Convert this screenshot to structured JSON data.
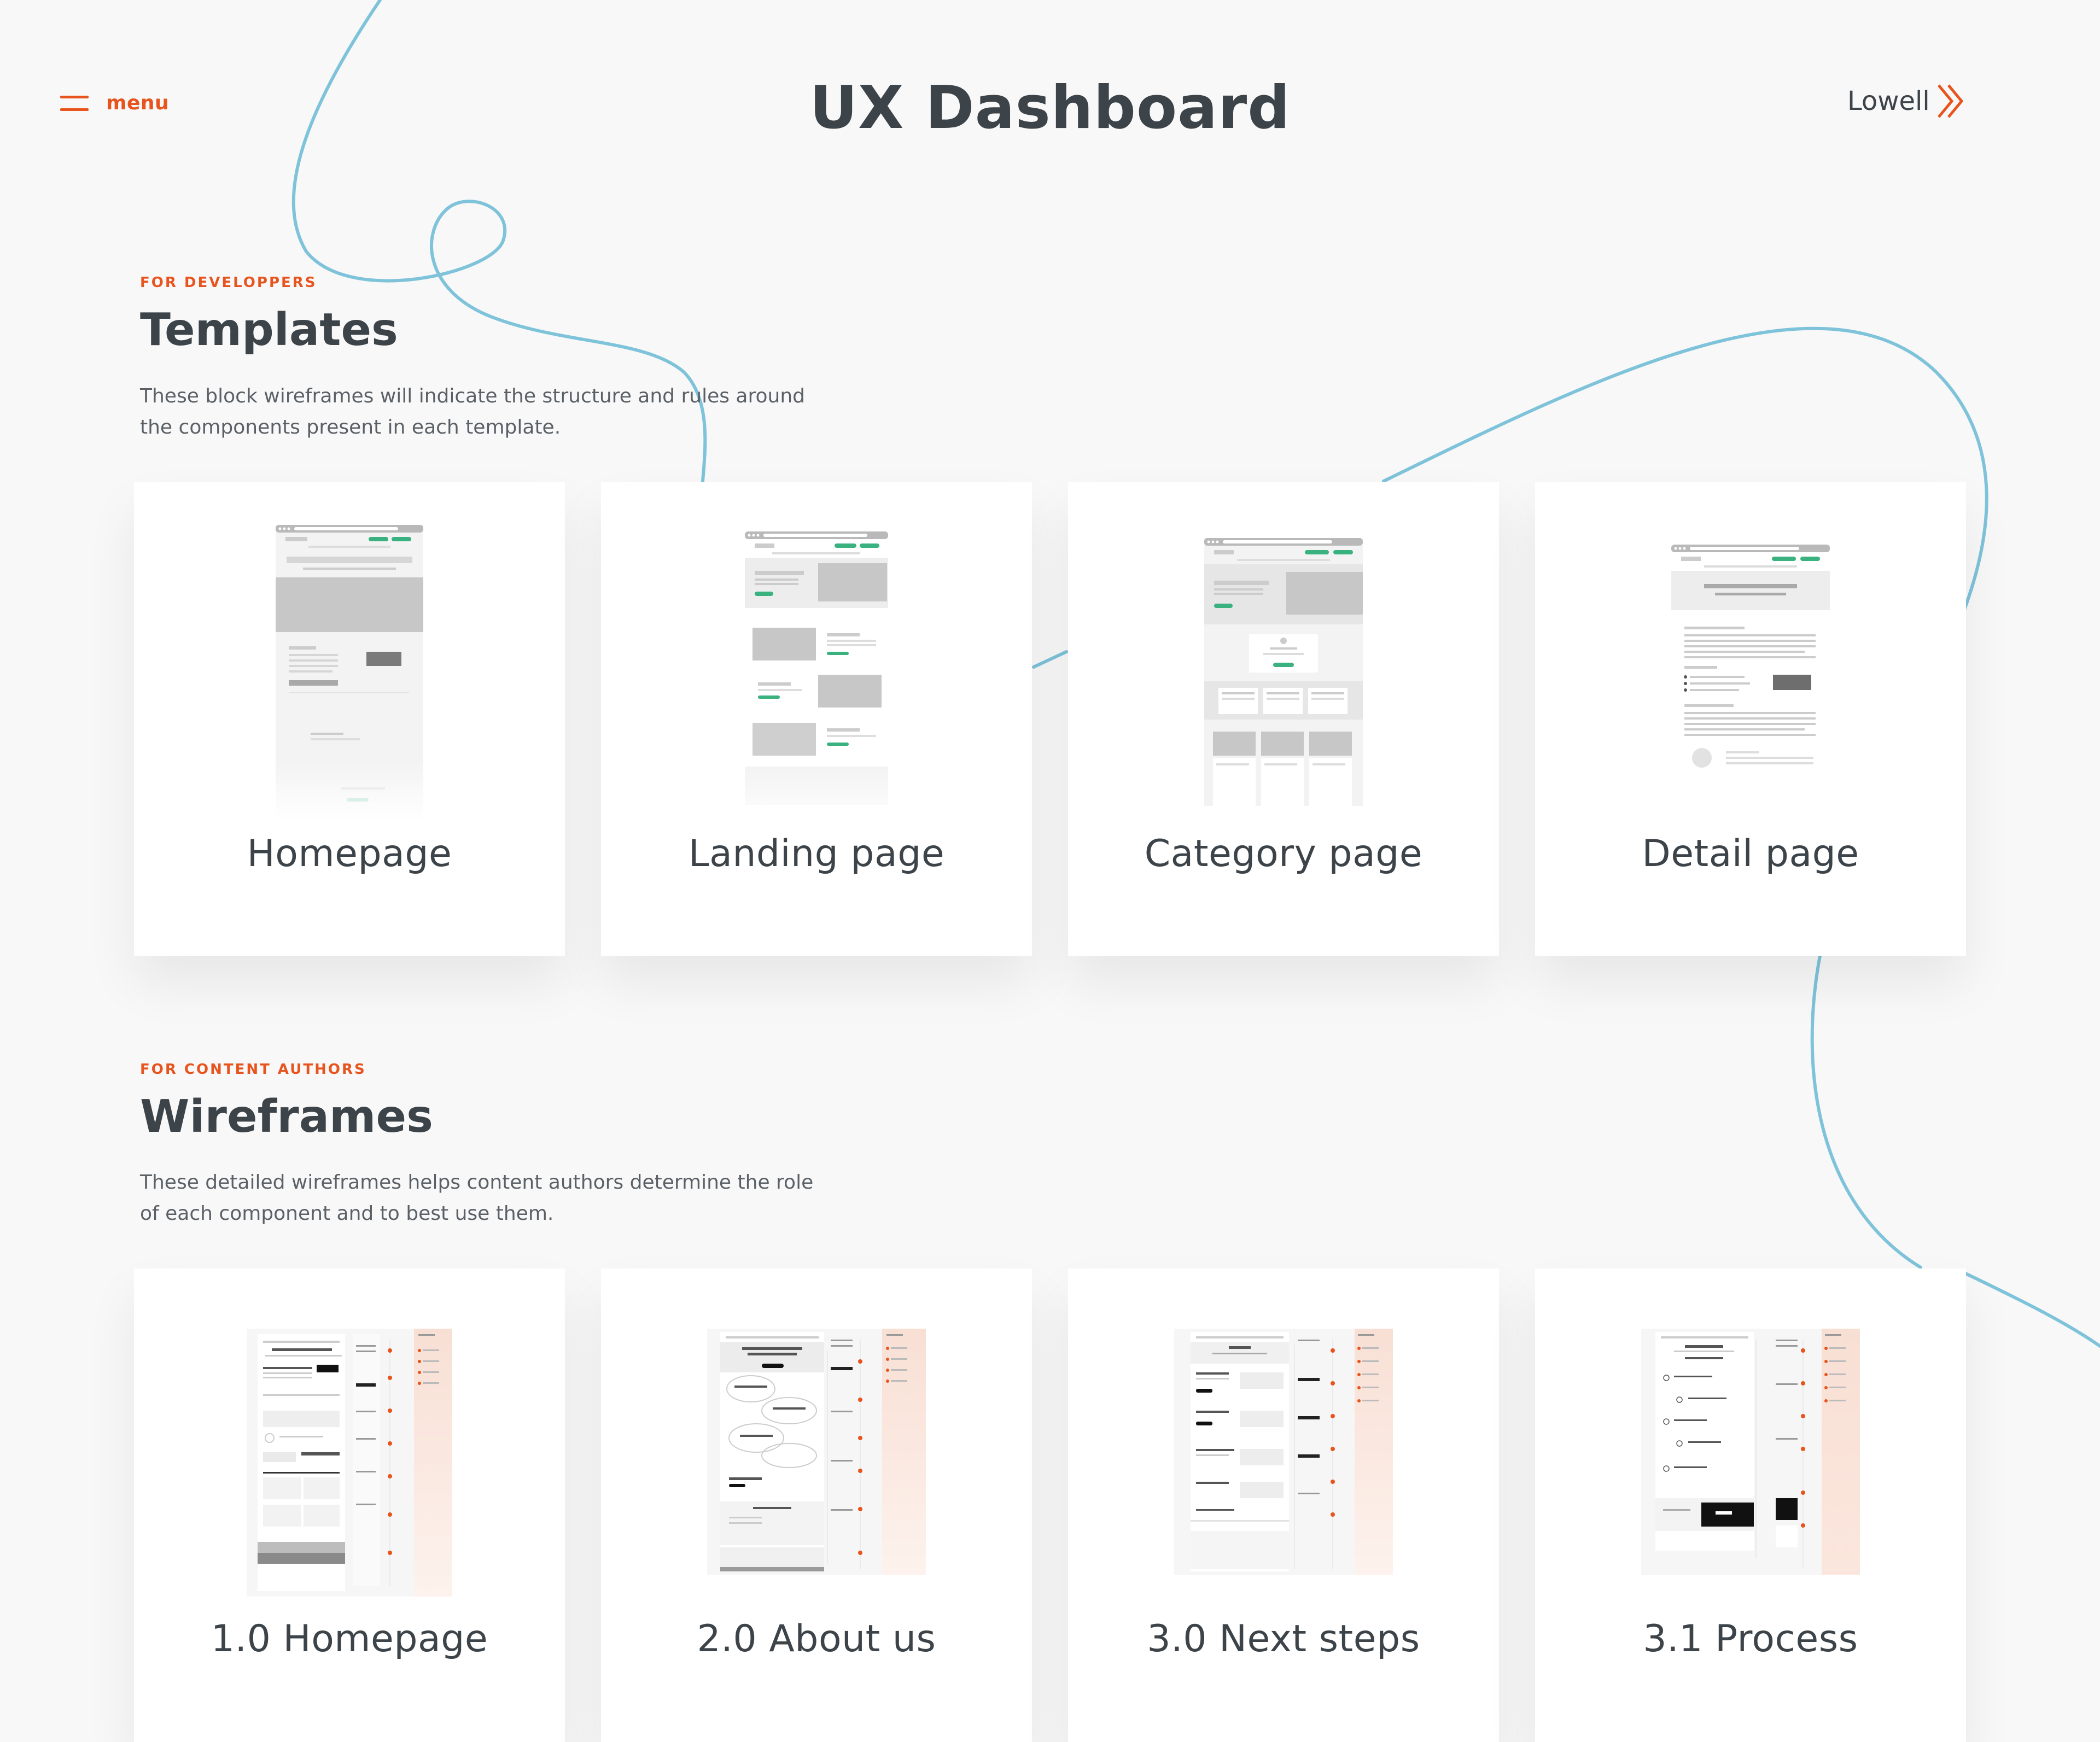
{
  "header": {
    "menu_label": "menu",
    "title": "UX Dashboard",
    "logo_text": "Lowell"
  },
  "colors": {
    "accent": "#e8541e",
    "text": "#3c4349",
    "curve": "#7ec3da",
    "background": "#f8f8f8",
    "wireframe_green": "#3ab27f"
  },
  "templates": {
    "eyebrow": "FOR DEVELOPPERS",
    "title": "Templates",
    "description": "These block wireframes will indicate the structure and rules around the components present in each template.",
    "cards": [
      {
        "label": "Homepage"
      },
      {
        "label": "Landing page"
      },
      {
        "label": "Category page"
      },
      {
        "label": "Detail page"
      }
    ]
  },
  "wireframes": {
    "eyebrow": "FOR CONTENT AUTHORS",
    "title": "Wireframes",
    "description": "These detailed wireframes helps content authors determine the role of each component and to best use them.",
    "cards": [
      {
        "label": "1.0 Homepage"
      },
      {
        "label": "2.0 About us"
      },
      {
        "label": "3.0 Next steps"
      },
      {
        "label": "3.1 Process"
      }
    ]
  }
}
